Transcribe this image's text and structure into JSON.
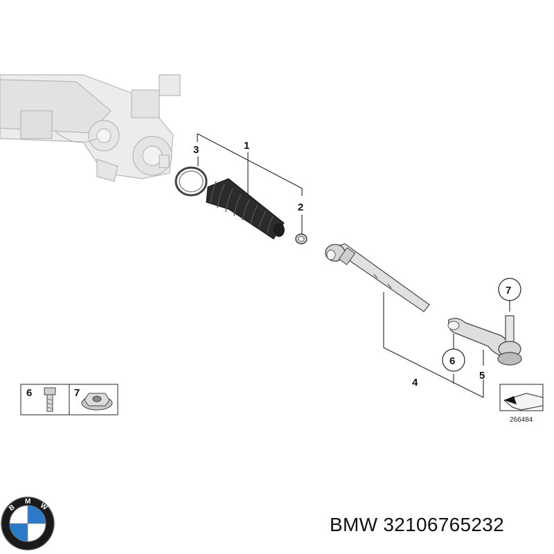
{
  "diagram": {
    "callouts": {
      "c1": "1",
      "c2": "2",
      "c3": "3",
      "c4": "4",
      "c5": "5",
      "c6": "6",
      "c7": "7"
    },
    "inset": {
      "bolt_label": "6",
      "nut_label": "7"
    },
    "reference_number": "266484"
  },
  "brand": {
    "logo_letters": [
      "B",
      "M",
      "W"
    ],
    "caption": "BMW 32106765232"
  },
  "colors": {
    "line": "#222222",
    "part_gray": "#d8d8d8",
    "boot_dark": "#2b2b2b",
    "bmw_blue": "#2a7ac8"
  }
}
